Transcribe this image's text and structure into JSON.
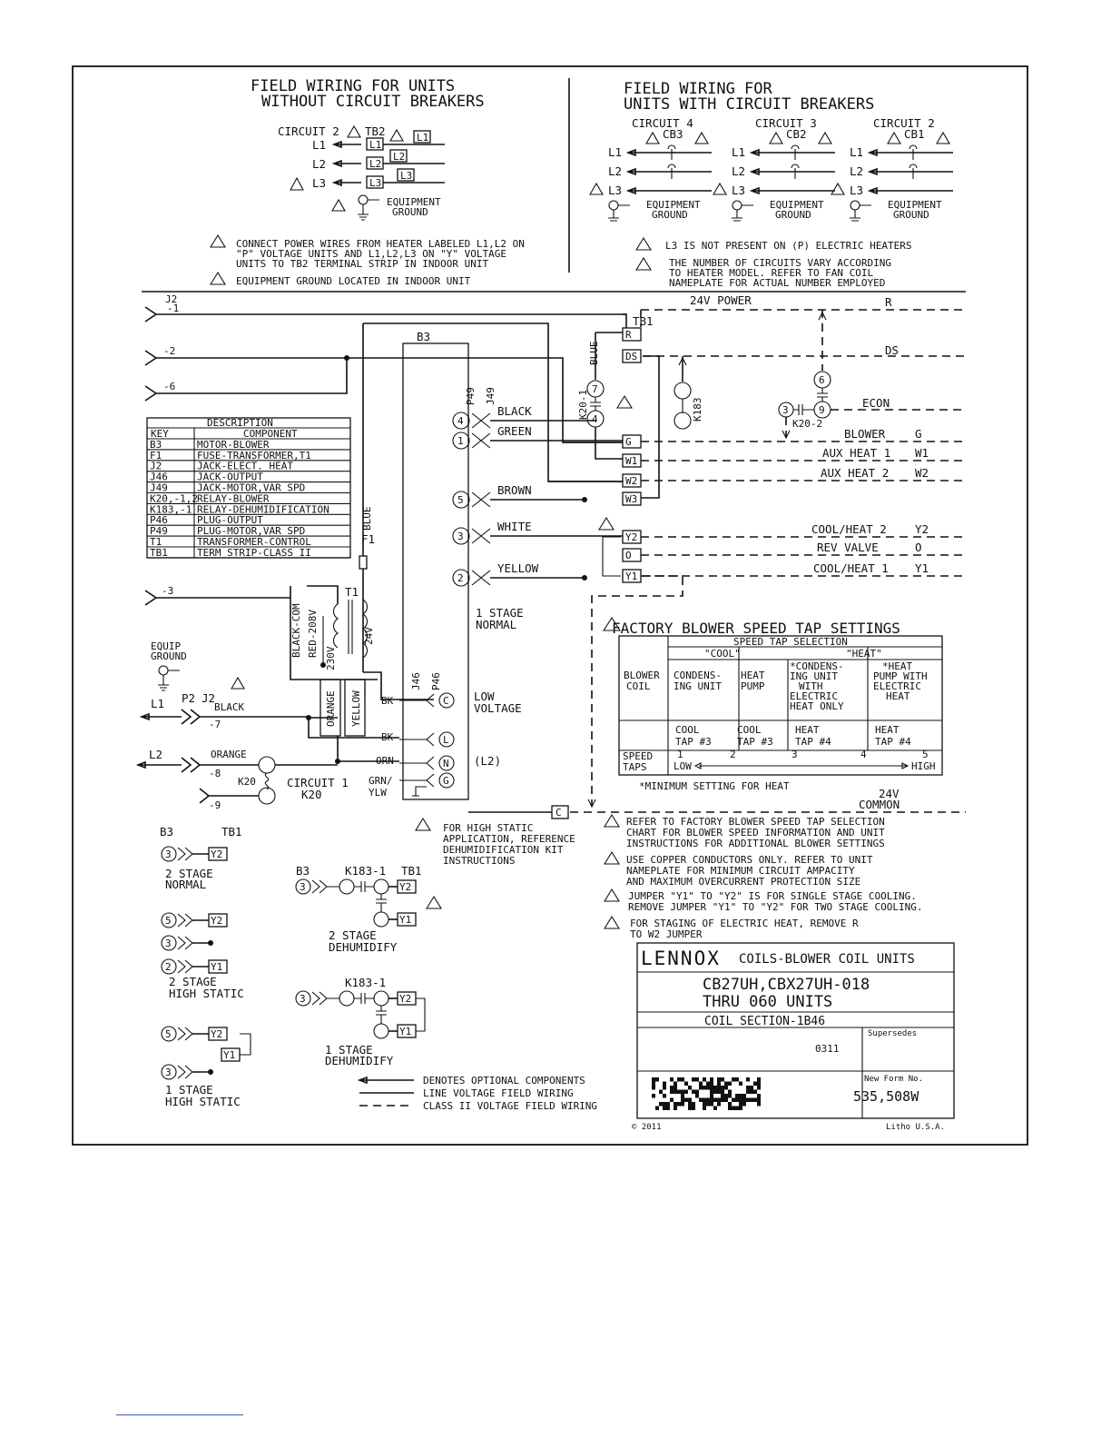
{
  "header_left": {
    "title_line1": "FIELD WIRING FOR  UNITS",
    "title_line2": "WITHOUT CIRCUIT BREAKERS",
    "circuit": "CIRCUIT 2",
    "tb": "TB2",
    "equipment_ground": [
      "EQUIPMENT",
      "GROUND"
    ],
    "note5": [
      "CONNECT POWER WIRES FROM HEATER LABELED L1,L2 ON",
      "\"P\" VOLTAGE UNITS AND L1,L2,L3 ON \"Y\" VOLTAGE",
      "UNITS TO TB2 TERMINAL STRIP IN INDOOR UNIT"
    ],
    "note6": "EQUIPMENT GROUND LOCATED IN INDOOR UNIT"
  },
  "header_right": {
    "title_line1": "FIELD WIRING FOR",
    "title_line2": "UNITS WITH CIRCUIT BREAKERS",
    "circuits": [
      {
        "name": "CIRCUIT 4",
        "cb": "CB3"
      },
      {
        "name": "CIRCUIT 3",
        "cb": "CB2"
      },
      {
        "name": "CIRCUIT 2",
        "cb": "CB1"
      }
    ],
    "equipment_ground": [
      "EQUIPMENT",
      "GROUND"
    ],
    "note7": "L3 IS NOT PRESENT ON (P) ELECTRIC HEATERS",
    "note8": [
      "THE NUMBER OF CIRCUITS VARY ACCORDING",
      "TO HEATER MODEL. REFER TO FAN COIL",
      "NAMEPLATE FOR ACTUAL NUMBER EMPLOYED"
    ]
  },
  "lines": {
    "l1": "L1",
    "l2": "L2",
    "l3": "L3"
  },
  "legend_table": {
    "title": "DESCRIPTION",
    "headers": [
      "KEY",
      "COMPONENT"
    ],
    "rows": [
      [
        "B3",
        "MOTOR-BLOWER"
      ],
      [
        "F1",
        "FUSE-TRANSFORMER,T1"
      ],
      [
        "J2",
        "JACK-ELECT. HEAT"
      ],
      [
        "J46",
        "JACK-OUTPUT"
      ],
      [
        "J49",
        "JACK-MOTOR,VAR SPD"
      ],
      [
        "K20,-1,2",
        "RELAY-BLOWER"
      ],
      [
        "K183,-1",
        "RELAY-DEHUMIDIFICATION"
      ],
      [
        "P46",
        "PLUG-OUTPUT"
      ],
      [
        "P49",
        "PLUG-MOTOR,VAR SPD"
      ],
      [
        "T1",
        "TRANSFORMER-CONTROL"
      ],
      [
        "TB1",
        "TERM STRIP-CLASS II"
      ]
    ]
  },
  "schematic": {
    "j2": "J2",
    "j2_pins": [
      "-1",
      "-2",
      "-6",
      "-3",
      "-7",
      "-8",
      "-9"
    ],
    "b3": "B3",
    "p49": "P49",
    "j49": "J49",
    "tb1": "TB1",
    "terminals": [
      "R",
      "DS",
      "G",
      "W1",
      "W2",
      "W3",
      "Y2",
      "O",
      "Y1",
      "C"
    ],
    "wires": {
      "black": "BLACK",
      "green": "GREEN",
      "brown": "BROWN",
      "white": "WHITE",
      "yellow": "YELLOW",
      "blue": "BLUE",
      "orange": "ORANGE"
    },
    "pins": [
      "4",
      "1",
      "5",
      "3",
      "2"
    ],
    "k20_1": "K20-1",
    "k20_2": "K20-2",
    "k183": "K183",
    "k20": "K20",
    "f1": "F1",
    "t1": "T1",
    "transformer_labels": [
      "BLACK-COM",
      "RED-208V",
      "230V",
      "24V"
    ],
    "stage_normal": [
      "1 STAGE",
      "NORMAL"
    ],
    "low_voltage": [
      "LOW",
      "VOLTAGE"
    ],
    "j46": "J46",
    "p46": "P46",
    "plug_labels": [
      "BK",
      "BK",
      "ORN",
      "GRN/",
      "YLW"
    ],
    "plug_pins": [
      "C",
      "L",
      "N",
      "G"
    ],
    "l2_paren": "(L2)",
    "equip_ground": [
      "EQUIP",
      "GROUND"
    ],
    "p2": "P2",
    "circuit1": [
      "CIRCUIT 1",
      "K20"
    ],
    "power_24v": "24V POWER",
    "common_24v": [
      "24V",
      "COMMON"
    ],
    "field_labels": [
      {
        "name": "R",
        "label": ""
      },
      {
        "name": "DS",
        "label": ""
      },
      {
        "name": "ECON",
        "label": ""
      },
      {
        "name": "G",
        "label": "BLOWER"
      },
      {
        "name": "W1",
        "label": "AUX HEAT 1"
      },
      {
        "name": "W2",
        "label": "AUX HEAT 2"
      },
      {
        "name": "Y2",
        "label": "COOL/HEAT 2"
      },
      {
        "name": "O",
        "label": "REV VALVE"
      },
      {
        "name": "Y1",
        "label": "COOL/HEAT 1"
      }
    ],
    "circle_labels": [
      "7",
      "6",
      "9",
      "3"
    ]
  },
  "speed_tap": {
    "title": "FACTORY BLOWER SPEED TAP SETTINGS",
    "selection": "SPEED TAP SELECTION",
    "cool": "\"COOL\"",
    "heat": "\"HEAT\"",
    "blower_coil": [
      "BLOWER",
      "COIL"
    ],
    "col1": [
      "CONDENS-",
      "ING UNIT"
    ],
    "col2": [
      "HEAT",
      "PUMP"
    ],
    "col3": [
      "*CONDENS-",
      "ING UNIT",
      "WITH",
      "ELECTRIC",
      "HEAT ONLY"
    ],
    "col4": [
      "*HEAT",
      "PUMP WITH",
      "ELECTRIC",
      "HEAT"
    ],
    "taps": [
      [
        "COOL",
        "TAP #3"
      ],
      [
        "COOL",
        "TAP #3"
      ],
      [
        "HEAT",
        "TAP #4"
      ],
      [
        "HEAT",
        "TAP #4"
      ]
    ],
    "speed_taps": [
      "SPEED",
      "TAPS"
    ],
    "scale": [
      "1",
      "2",
      "3",
      "4",
      "5"
    ],
    "low": "LOW",
    "high": "HIGH",
    "footnote": "*MINIMUM SETTING FOR HEAT"
  },
  "notes": {
    "note9": [
      "FOR HIGH STATIC",
      "APPLICATION, REFERENCE",
      "DEHUMIDIFICATION KIT",
      "INSTRUCTIONS"
    ],
    "note1": [
      "REFER TO FACTORY BLOWER SPEED TAP SELECTION",
      "CHART FOR BLOWER SPEED INFORMATION AND UNIT",
      "INSTRUCTIONS FOR ADDITIONAL BLOWER SETTINGS"
    ],
    "note2": [
      "USE COPPER CONDUCTORS ONLY. REFER TO UNIT",
      "NAMEPLATE FOR MINIMUM CIRCUIT AMPACITY",
      "AND MAXIMUM OVERCURRENT PROTECTION SIZE"
    ],
    "note3": [
      "JUMPER \"Y1\" TO \"Y2\" IS FOR SINGLE STAGE COOLING.",
      "REMOVE JUMPER \"Y1\" TO \"Y2\" FOR TWO STAGE COOLING."
    ],
    "note4": [
      "FOR STAGING OF ELECTRIC HEAT, REMOVE R",
      "TO W2 JUMPER"
    ]
  },
  "options": {
    "b3": "B3",
    "tb1": "TB1",
    "k183_1": "K183-1",
    "two_stage_normal": [
      "2 STAGE",
      "NORMAL"
    ],
    "two_stage_dehumidify": [
      "2 STAGE",
      "DEHUMIDIFY"
    ],
    "two_stage_high_static": [
      "2 STAGE",
      "HIGH STATIC"
    ],
    "one_stage_dehumidify": [
      "1 STAGE",
      "DEHUMIDIFY"
    ],
    "one_stage_high_static": [
      "1 STAGE",
      "HIGH STATIC"
    ]
  },
  "line_legend": {
    "optional": "DENOTES OPTIONAL COMPONENTS",
    "line_voltage": "LINE VOLTAGE FIELD WIRING",
    "class2": "CLASS II VOLTAGE FIELD WIRING"
  },
  "title_block": {
    "brand": "LENNOX",
    "subtitle": "COILS-BLOWER COIL UNITS",
    "model_line1": "CB27UH,CBX27UH-018",
    "model_line2": "THRU 060 UNITS",
    "section": "COIL SECTION-1B46",
    "supersedes_label": "Supersedes",
    "supersedes_value": "0311",
    "new_form_label": "New Form No.",
    "new_form_value": "535,508W",
    "copyright": "© 2011",
    "litho": "Litho U.S.A."
  }
}
